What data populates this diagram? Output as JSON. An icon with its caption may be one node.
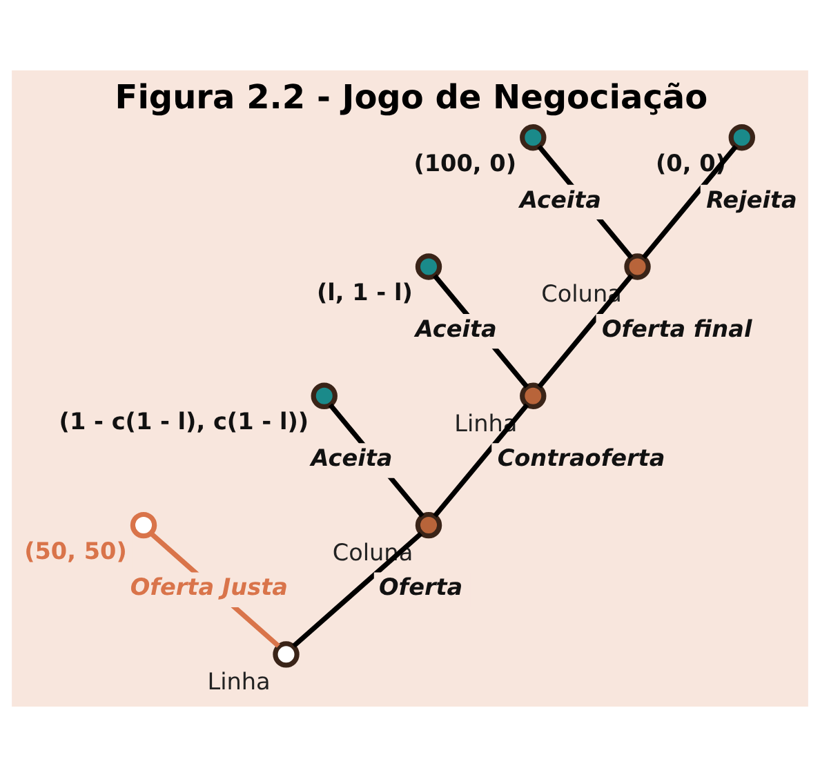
{
  "diagram": {
    "title": "Figura 2.2 - Jogo de Negociação",
    "nodes": [
      {
        "text": [],
        "shape": "circle",
        "beside": [
          "(100, 0)"
        ]
      },
      {
        "text": [],
        "shape": "circle",
        "beside": [
          "(0, 0)"
        ]
      },
      {
        "text": [],
        "shape": "circle",
        "beside": [
          "Coluna"
        ]
      },
      {
        "text": [],
        "shape": "circle",
        "beside": [
          "(l, 1 - l)"
        ]
      },
      {
        "text": [],
        "shape": "circle",
        "beside": [
          "Linha"
        ]
      },
      {
        "text": [],
        "shape": "circle",
        "beside": [
          "(1 - c(1 - l), c(1 - l))"
        ]
      },
      {
        "text": [],
        "shape": "circle",
        "beside": [
          "Coluna"
        ]
      },
      {
        "text": [],
        "shape": "circle",
        "beside": [
          "(50, 50)"
        ]
      },
      {
        "text": [],
        "shape": "circle",
        "beside": [
          "Linha"
        ]
      }
    ],
    "edges": [
      {
        "from": 8,
        "to": 7,
        "arrow": "none",
        "label": "Oferta Justa",
        "color": "#d9744a"
      },
      {
        "from": 8,
        "to": 6,
        "arrow": "none",
        "label": "Oferta"
      },
      {
        "from": 6,
        "to": 5,
        "arrow": "none",
        "label": "Aceita"
      },
      {
        "from": 6,
        "to": 4,
        "arrow": "none",
        "label": "Contraoferta"
      },
      {
        "from": 4,
        "to": 3,
        "arrow": "none",
        "label": "Aceita"
      },
      {
        "from": 4,
        "to": 2,
        "arrow": "none",
        "label": "Oferta final"
      },
      {
        "from": 2,
        "to": 0,
        "arrow": "none",
        "label": "Aceita"
      },
      {
        "from": 2,
        "to": 1,
        "arrow": "none",
        "label": "Rejeita"
      }
    ]
  }
}
